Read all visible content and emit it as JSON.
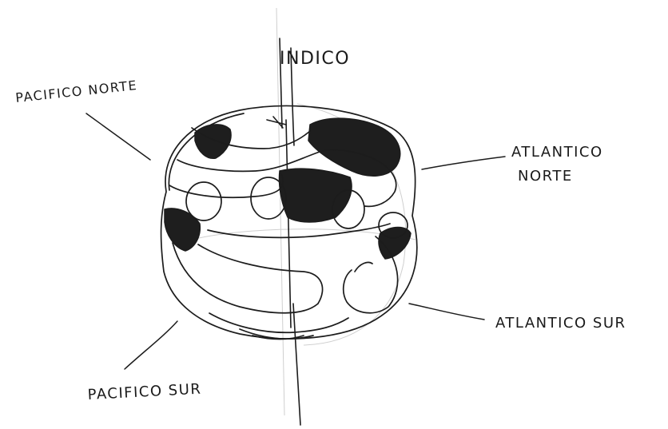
{
  "labels": {
    "indico": "INDICO",
    "pacifico_norte": "PACIFICO NORTE",
    "atlantico_norte_line1": "ATLANTICO",
    "atlantico_norte_line2": "NORTE",
    "atlantico_sur": "ATLANTICO SUR",
    "pacifico_sur": "PACIFICO SUR"
  },
  "colors": {
    "ink": "#1c1c1c",
    "paper": "#ffffff",
    "pencil": "#c8c8c8"
  }
}
